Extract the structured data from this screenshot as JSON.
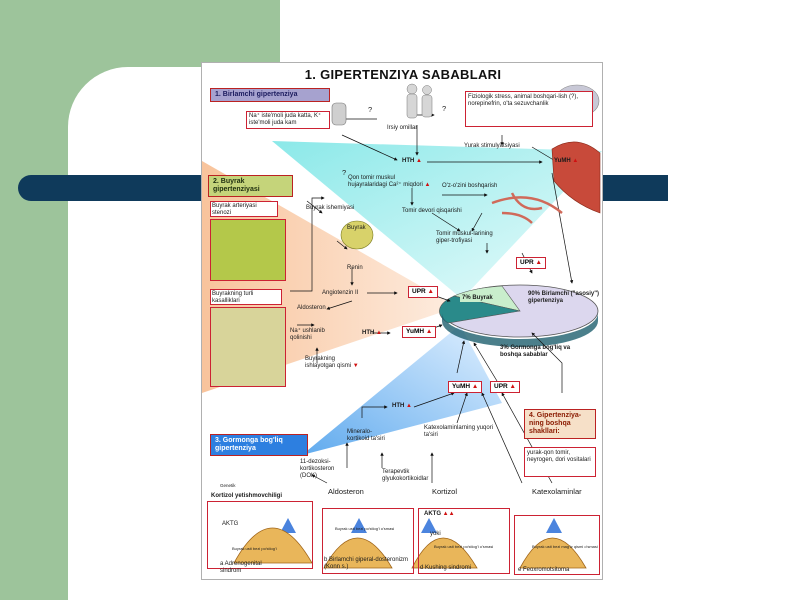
{
  "title": "1. GIPERTENZIYA SABABLARI",
  "sections": {
    "s1": "1. Birlamchi gipertenziya",
    "s2": "2. Buyrak gipertenziyasi",
    "s3": "3. Gormonga bog'liq gipertenziya",
    "s4": "4. Gipertenziya-ning boshqa shakllari:",
    "s4_body": "yurak-qon tomir, neyrogen, dori vositalari"
  },
  "top": {
    "na_salt": "Na⁺ iste'moli juda katta, K⁺ iste'moli juda kam",
    "q1": "?",
    "q2": "?",
    "q3": "?",
    "hereditary": "Irsiy omillar",
    "stress": "Fiziologik stress, animal boshqari-lish (?), norepinefrin, o'ta sezuvchanlik",
    "heart_stim": "Yurak stimulyatsiyasi",
    "hth": "HTH",
    "yumh": "YuMH",
    "ca": "Qon tomir muskul hujayralaridagi Ca²⁺ miqdori",
    "autoreg": "O'z-o'zini boshqarish",
    "narrow": "Tomir devori qisqarishi",
    "hypertrophy": "Tomir muskul-larining giper-trofiyasi",
    "upr": "UPR"
  },
  "renal": {
    "artery": "Buyrak arteriyasi stenozi",
    "ischemia": "Buyrak ishemiyasi",
    "kidney": "Buyrak",
    "renin": "Renin",
    "angiotensin": "Angiotenzin II",
    "aldosterone": "Aldosteron",
    "diseases": "Buyrakning turli kasalliklari",
    "retention": "Na⁺ ushlanib qolinishi",
    "working": "Buyrakning ishlayotgan qismi",
    "upr": "UPR",
    "hth": "HTH",
    "yumh": "YuMH"
  },
  "pie": {
    "primary": "90% Birlamchi (\"asosiy\") gipertenziya",
    "renal": "7% Buyrak",
    "hormonal": "3% Gormonga bog'liq va boshqa sabablar"
  },
  "hormonal": {
    "yumh": "YuMH",
    "upr": "UPR",
    "hth": "HTH",
    "mineralo": "Mineralo-kortikoid ta'siri",
    "catechol_eff": "Katexolaminlarning yuqori ta'siri",
    "doc": "11-dezoksi-kortikosteron (DOK)",
    "permissive": "Terapevtik glyukokortikoidlar",
    "aldosteron": "Aldosteron",
    "kortizol": "Kortizol",
    "katexol": "Katexolaminlar",
    "kortizol_def": "Kortizol yetishmovchiligi",
    "gen": "Genetik",
    "aktg1": "AKTG",
    "aktg2": "AKTG",
    "yoki": "yoki",
    "a": "a  Adrenogenital sindrom",
    "b": "b  Birlamchi giperal-dosteronizm (Konn s.)",
    "d": "d  Kushing sindromi",
    "e": "e  Feoxromotsitoma",
    "inner_a": "Buyrak usti bezi po'stlog'i",
    "inner_b": "Buyrak usti bezi po'stlog'i o'smasi",
    "inner_d": "Buyrak usti bezi po'stlog'i o'smasi",
    "inner_e": "Buyrak usti bezi mag'iz qismi o'smasi"
  },
  "colors": {
    "green_bg": "#9dc49b",
    "navy_bar": "#0f3a5b",
    "red_arrow": "#d01010",
    "teal_wedge": "#3ed0d0",
    "orange_wedge": "#f7b98a",
    "blue_wedge": "#2b8ee8"
  }
}
